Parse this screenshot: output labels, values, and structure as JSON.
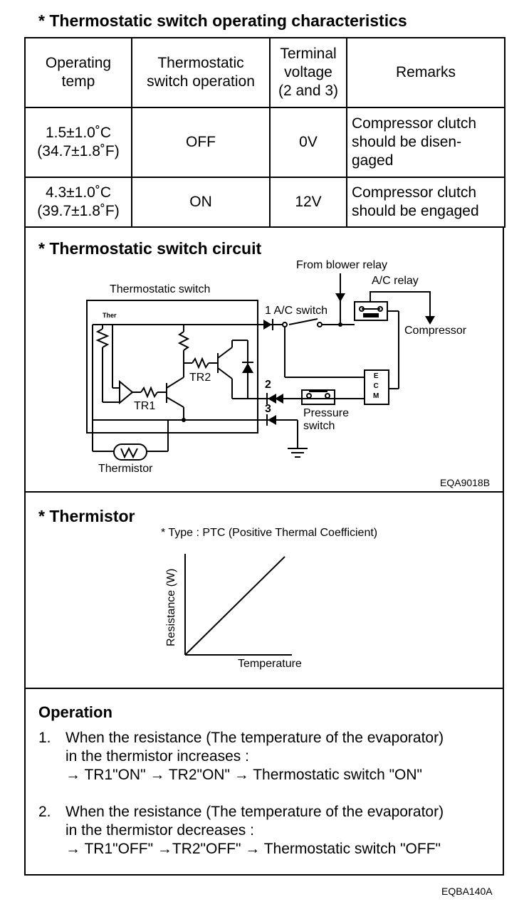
{
  "spec": {
    "title": "*  Thermostatic switch operating characteristics",
    "headers": {
      "temp": [
        "Operating",
        "temp"
      ],
      "operation": [
        "Thermostatic",
        "switch operation"
      ],
      "voltage": [
        "Terminal",
        "voltage",
        "(2 and 3)"
      ],
      "remarks": "Remarks"
    },
    "rows": [
      {
        "temp": [
          "1.5±1.0˚C",
          "(34.7±1.8˚F)"
        ],
        "operation": "OFF",
        "voltage": "0V",
        "remarks": [
          "Compressor clutch",
          "should be disen-",
          "gaged"
        ]
      },
      {
        "temp": [
          "4.3±1.0˚C",
          "(39.7±1.8˚F)"
        ],
        "operation": "ON",
        "voltage": "12V",
        "remarks": [
          "Compressor clutch",
          "should be engaged"
        ]
      }
    ]
  },
  "circuit": {
    "title": "*  Thermostatic switch circuit",
    "labels": {
      "from_blower_relay": "From blower relay",
      "ac_relay": "A/C relay",
      "compressor": "Compressor",
      "thermostatic_switch": "Thermostatic switch",
      "thermistor_res": "Ther",
      "ac_switch": "1 A/C switch",
      "tr1": "TR1",
      "tr2": "TR2",
      "terminal_2": "2",
      "terminal_3": "3",
      "pressure_switch": [
        "Pressure",
        "switch"
      ],
      "thermistor": "Thermistor",
      "ecm": [
        "E",
        "C",
        "M"
      ]
    },
    "code": "EQA9018B"
  },
  "thermistor": {
    "title": "*  Thermistor",
    "type_note": "*  Type : PTC (Positive Thermal Coefficient)"
  },
  "chart_data": {
    "type": "line",
    "title": "",
    "xlabel": "Temperature",
    "ylabel": "Resistance (W)",
    "series": [
      {
        "x": [
          0,
          1
        ],
        "y": [
          0,
          1
        ]
      }
    ],
    "grid": false
  },
  "operation": {
    "title": "Operation",
    "items": [
      {
        "num": "1.",
        "lines": [
          "When the resistance (The temperature of the evaporator)",
          "in the thermistor increases :",
          "→ TR1\"ON\" → TR2\"ON\" → Thermostatic switch \"ON\""
        ]
      },
      {
        "num": "2.",
        "lines": [
          "When the resistance (The temperature of the evaporator)",
          "in the thermistor decreases :",
          "→ TR1\"OFF\" →TR2\"OFF\" → Thermostatic switch \"OFF\""
        ]
      }
    ]
  },
  "footer": {
    "code": "EQBA140A"
  }
}
